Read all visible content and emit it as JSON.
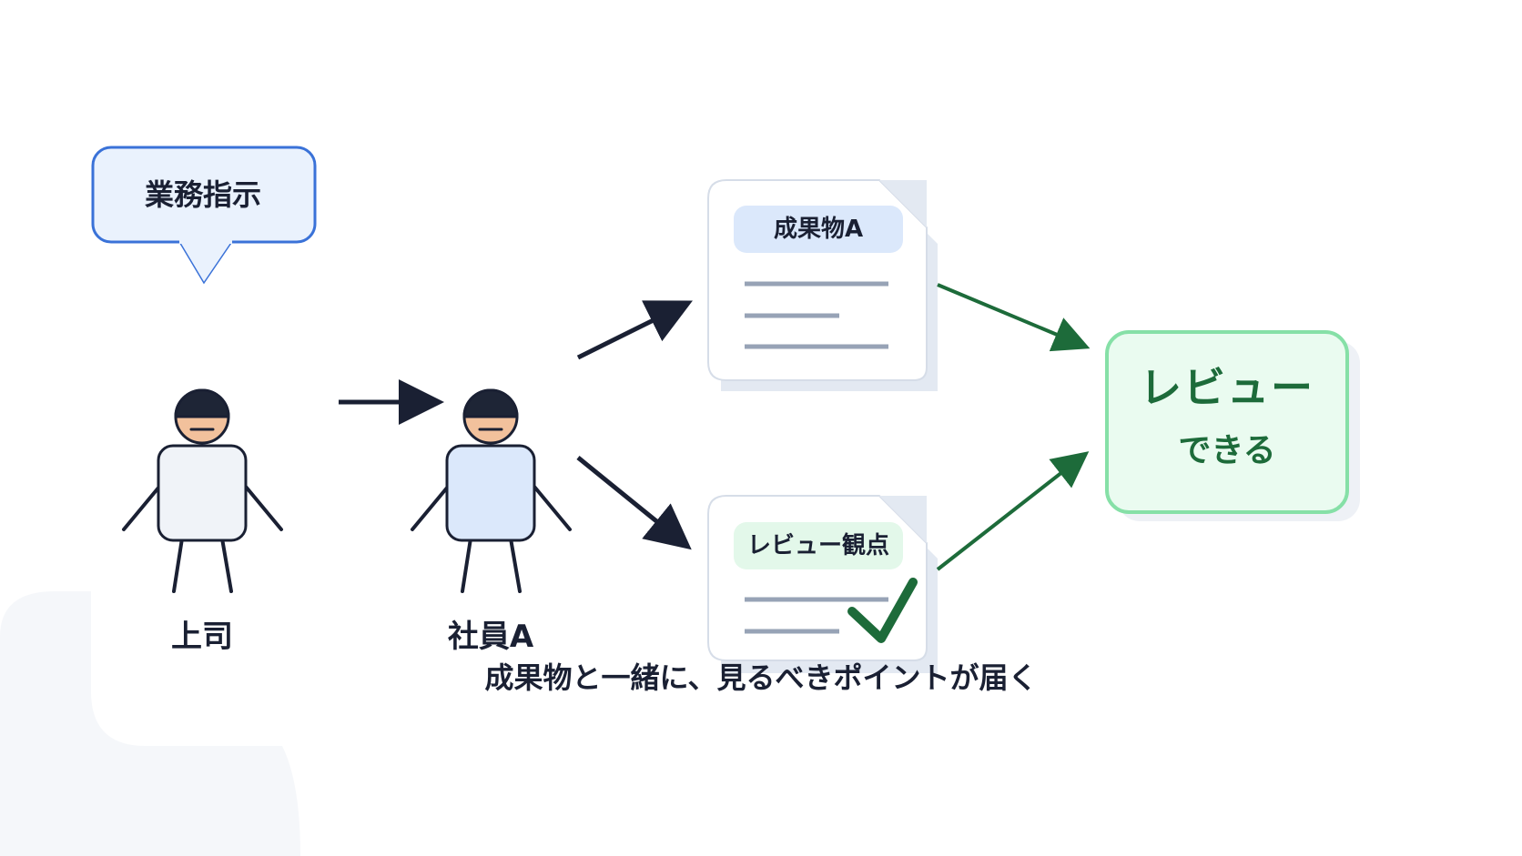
{
  "instruction_bubble": {
    "text": "業務指示"
  },
  "people": {
    "boss": {
      "name": "上司"
    },
    "employee": {
      "name": "社員A"
    }
  },
  "documents": {
    "deliverable": {
      "tag": "成果物A"
    },
    "review_points": {
      "tag": "レビュー観点"
    }
  },
  "review_box": {
    "title": "レビュー",
    "subtitle": "できる"
  },
  "caption": {
    "text": "成果物と一緒に、見るべきポイントが届く"
  },
  "colors": {
    "navy": "#1a2033",
    "bubble_border": "#3a72d8",
    "bubble_fill": "#eaf2fd",
    "green": "#1d6b3a",
    "green_border": "#86e0a7",
    "green_fill": "#eafbf0",
    "doc_line": "#97a3b6",
    "tag_blue": "#dbe8fb",
    "tag_green": "#e3f8ea",
    "skin": "#f2c19c",
    "body_boss": "#f0f3f8",
    "body_employee": "#dbe8fb",
    "background_shape": "#f5f7fa"
  }
}
